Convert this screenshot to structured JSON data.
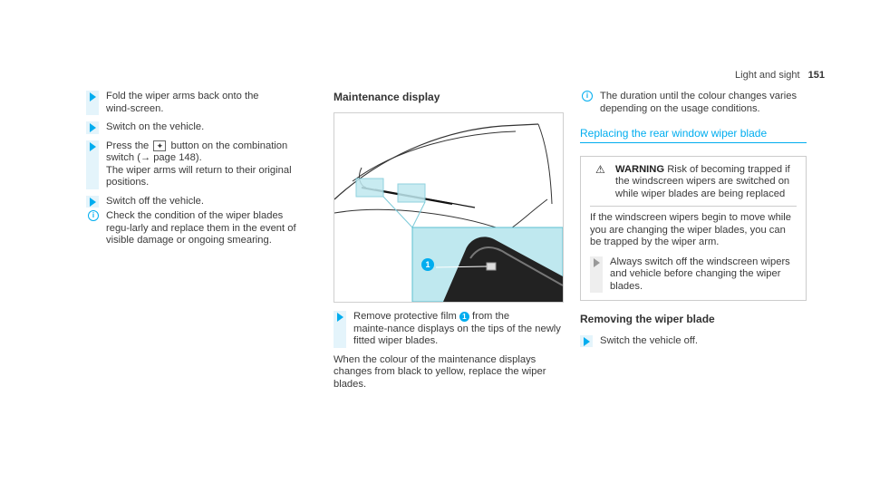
{
  "header": {
    "section": "Light and sight",
    "page": "151"
  },
  "col1": {
    "step1": "Fold the wiper arms back onto the wind‑screen.",
    "step2": "Switch on the vehicle.",
    "step3a": "Press the",
    "step3_icon": "wiper-button-icon",
    "step3b": "button on the combination switch (→ page 148).",
    "step3c": "The wiper arms will return to their original positions.",
    "step4": "Switch off the vehicle.",
    "info1": "Check the condition of the wiper blades regu‑larly and replace them in the event of visible damage or ongoing smearing."
  },
  "col2": {
    "heading": "Maintenance display",
    "callout": "1",
    "step_a": "Remove protective film",
    "step_b": "from the mainte‑nance displays on the tips of the newly fitted wiper blades.",
    "para": "When the colour of the maintenance displays changes from black to yellow, replace the wiper blades."
  },
  "col3": {
    "info": "The duration until the colour changes varies depending on the usage conditions.",
    "section_title": "Replacing the rear window wiper blade",
    "warning_label": "WARNING",
    "warning_head": "Risk of becoming trapped if the windscreen wipers are switched on while wiper blades are being replaced",
    "warning_body": "If the windscreen wipers begin to move while you are changing the wiper blades, you can be trapped by the wiper arm.",
    "warning_step": "Always switch off the windscreen wipers and vehicle before changing the wiper blades.",
    "sub_heading": "Removing the wiper blade",
    "step": "Switch the vehicle off."
  },
  "colors": {
    "accent": "#00adef",
    "highlight": "#bfe8ef"
  }
}
